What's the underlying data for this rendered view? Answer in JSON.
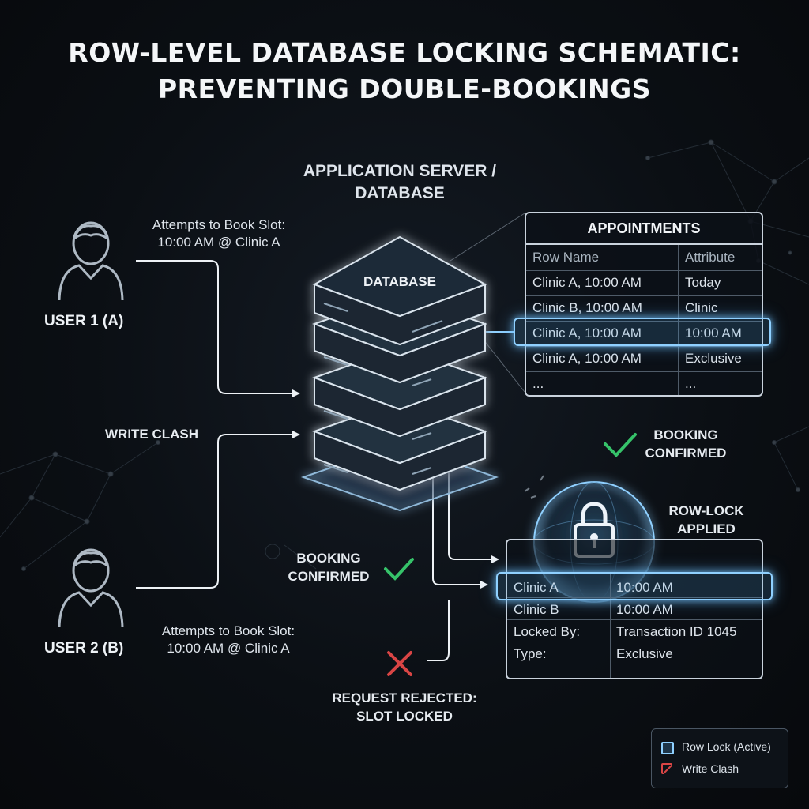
{
  "title_line1": "ROW-LEVEL DATABASE LOCKING SCHEMATIC:",
  "title_line2": "PREVENTING DOUBLE-BOOKINGS",
  "server_label_line1": "APPLICATION SERVER /",
  "server_label_line2": "DATABASE",
  "database_label": "DATABASE",
  "user1": {
    "name": "USER 1 (A)",
    "attempt_line1": "Attempts to Book Slot:",
    "attempt_line2": "10:00 AM @ Clinic A"
  },
  "user2": {
    "name": "USER 2 (B)",
    "attempt_line1": "Attempts to Book Slot:",
    "attempt_line2": "10:00 AM @ Clinic A"
  },
  "write_clash_label": "WRITE CLASH",
  "appointments": {
    "title": "APPOINTMENTS",
    "headers": [
      "Row Name",
      "Attribute"
    ],
    "rows": [
      [
        "Clinic A, 10:00 AM",
        "Today"
      ],
      [
        "Clinic B, 10:00 AM",
        "Clinic"
      ],
      [
        "Clinic A, 10:00 AM",
        "10:00 AM"
      ],
      [
        "Clinic A, 10:00 AM",
        "Exclusive"
      ],
      [
        "...",
        "..."
      ]
    ]
  },
  "booking_confirmed_right_line1": "BOOKING",
  "booking_confirmed_right_line2": "CONFIRMED",
  "booking_confirmed_left_line1": "BOOKING",
  "booking_confirmed_left_line2": "CONFIRMED",
  "row_lock_line1": "ROW-LOCK",
  "row_lock_line2": "APPLIED",
  "lock_table": {
    "rows": [
      [
        "Clinic A",
        "10:00 AM"
      ],
      [
        "Clinic B",
        "10:00 AM"
      ],
      [
        "Locked By:",
        "Transaction ID 1045"
      ],
      [
        "Type:",
        "Exclusive"
      ],
      [
        "",
        ""
      ]
    ]
  },
  "rejected_line1": "REQUEST REJECTED:",
  "rejected_line2": "SLOT LOCKED",
  "legend": {
    "row_lock": "Row Lock (Active)",
    "write_clash": "Write Clash"
  },
  "colors": {
    "accent_glow": "#8fd0ff",
    "check_green": "#36c36a",
    "reject_red": "#d94545",
    "line_white": "#e8edf3"
  }
}
